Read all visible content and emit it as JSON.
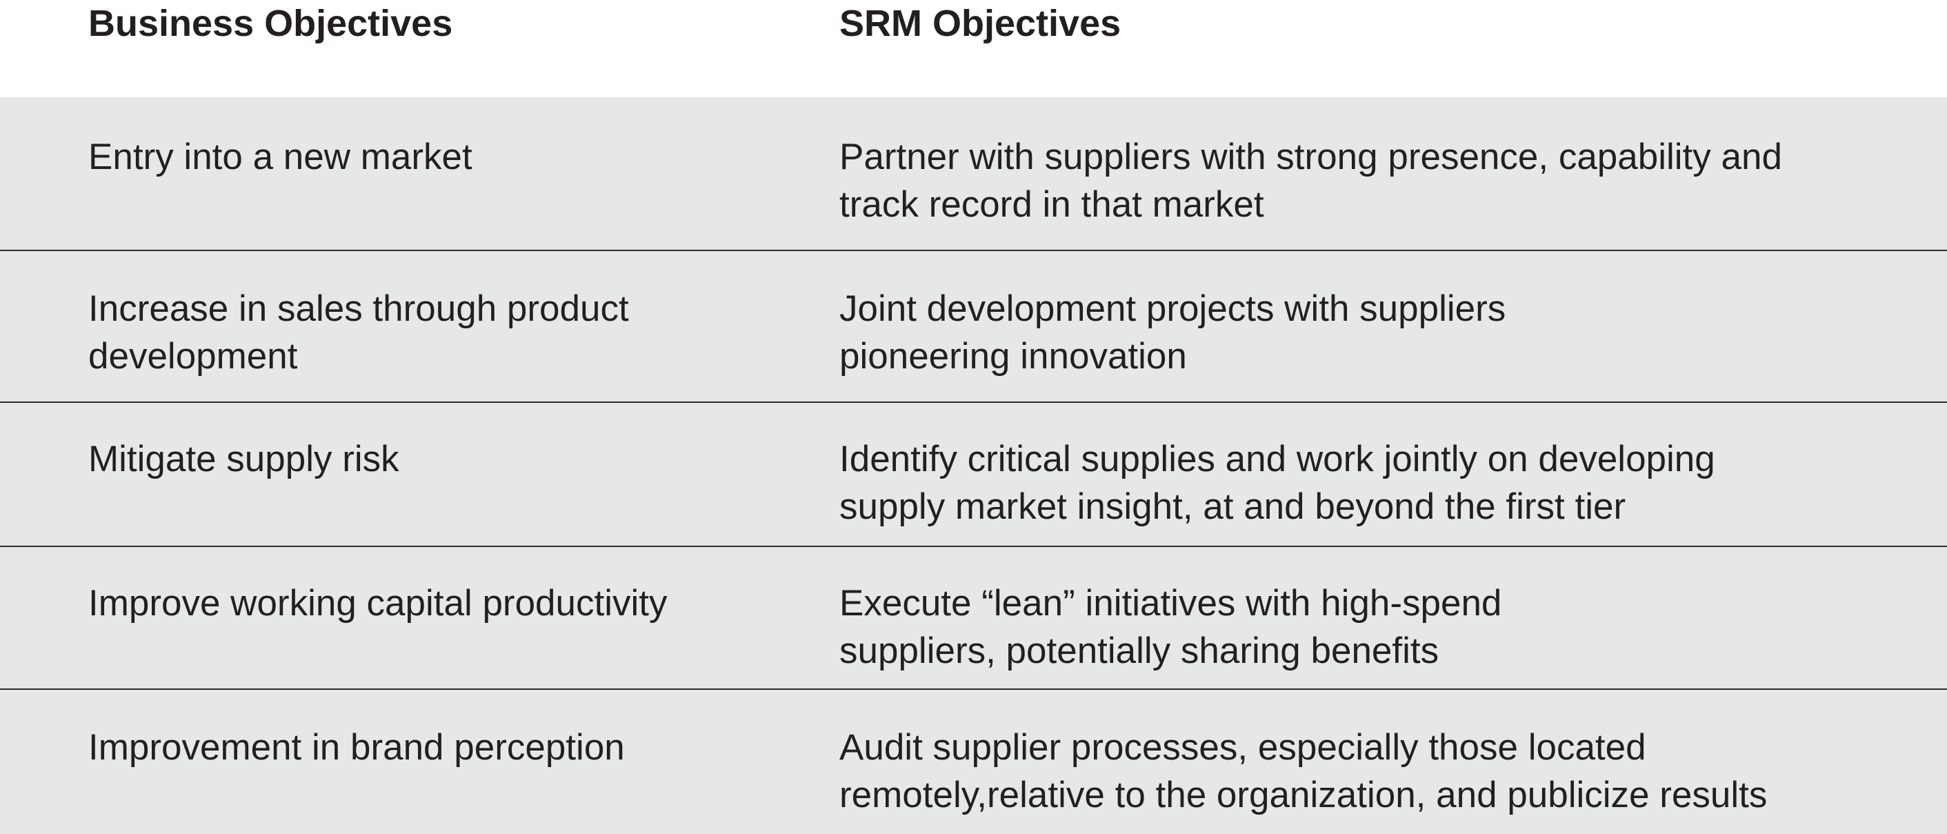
{
  "headers": {
    "business": "Business Objectives",
    "srm": "SRM Objectives"
  },
  "rows": [
    {
      "business": "Entry into a new market",
      "srm": "Partner with suppliers with strong presence, capability and\ntrack record in that market"
    },
    {
      "business": "Increase in sales through product\ndevelopment",
      "srm": "Joint development projects with suppliers\npioneering innovation"
    },
    {
      "business": "Mitigate supply risk",
      "srm": "Identify critical supplies and work jointly on developing\nsupply market insight, at and beyond the first tier"
    },
    {
      "business": "Improve working capital productivity",
      "srm": "Execute “lean” initiatives with high-spend\nsuppliers, potentially sharing benefits"
    },
    {
      "business": "Improvement in brand perception",
      "srm": "Audit supplier processes, especially those located\nremotely,relative to the organization, and publicize results"
    }
  ]
}
